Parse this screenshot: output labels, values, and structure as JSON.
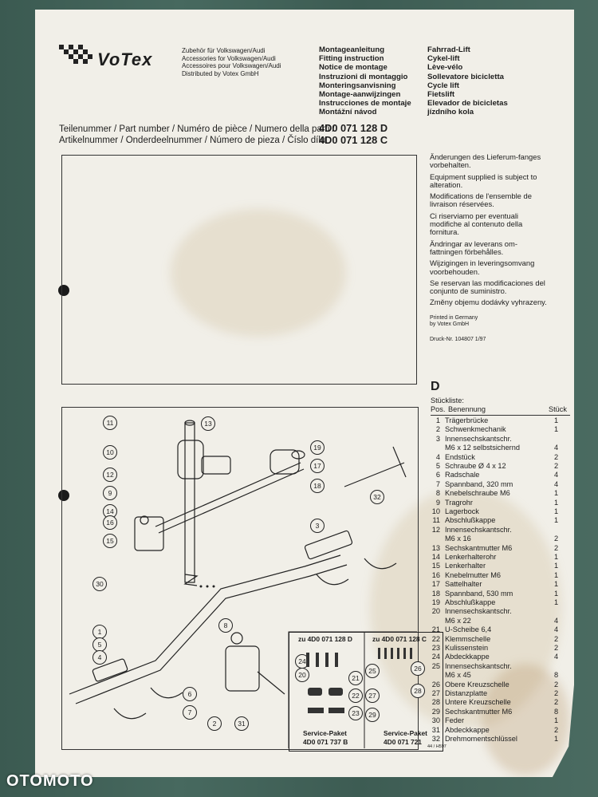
{
  "brand": {
    "logo_text": "VoTex",
    "lines": [
      "Zubehör für Volkswagen/Audi",
      "Accessories for Volkswagen/Audi",
      "Accessoires pour Volkswagen/Audi",
      "Distributed by Votex GmbH"
    ]
  },
  "instructions": [
    "Montageanleitung",
    "Fitting instruction",
    "Notice de montage",
    "Instruzioni di montaggio",
    "Monteringsanvisning",
    "Montage-aanwijzingen",
    "Instrucciones de montaje",
    "Montážní návod"
  ],
  "product": [
    "Fahrrad-Lift",
    "Cykel-lift",
    "Lève-vélo",
    "Sollevatore bicicletta",
    "Cycle lift",
    "Fietslift",
    "Elevador de bicicletas",
    "jízdního kola"
  ],
  "part_labels": [
    "Teilenummer / Part number / Numéro de pièce / Numero della parti /",
    "Artikelnummer / Onderdeelnummer / Número de pieza / Číslo dílu"
  ],
  "part_numbers": [
    "4D0 071 128 D",
    "4D0 071 128 C"
  ],
  "notes": [
    "Änderungen des Lieferum-fanges vorbehalten.",
    "Equipment supplied is subject to alteration.",
    "Modifications de l'ensemble de livraison réservées.",
    "Ci riserviamo per eventuali modifiche al contenuto della fornitura.",
    "Ändringar av leverans om-fattningen förbehålles.",
    "Wijzigingen in leveringsomvang voorbehouden.",
    "Se reservan las modificaciones del conjunto de suministro.",
    "Změny objemu dodávky vyhrazeny."
  ],
  "printed": [
    "Printed in Germany",
    "by Votex GmbH"
  ],
  "druck": "Druck-Nr. 104807 1/97",
  "parts_list": {
    "section": "D",
    "title": "Stückliste:",
    "col_pos": "Pos.",
    "col_name": "Benennung",
    "col_qty": "Stück",
    "rows": [
      {
        "n": "1",
        "d": "Trägerbrücke",
        "q": "1"
      },
      {
        "n": "2",
        "d": "Schwenkmechanik",
        "q": "1"
      },
      {
        "n": "3",
        "d": "Innensechskantschr.",
        "q": ""
      },
      {
        "n": "",
        "d": "M6 x 12 selbstsichernd",
        "q": "4"
      },
      {
        "n": "4",
        "d": "Endstück",
        "q": "2"
      },
      {
        "n": "5",
        "d": "Schraube Ø 4 x 12",
        "q": "2"
      },
      {
        "n": "6",
        "d": "Radschale",
        "q": "4"
      },
      {
        "n": "7",
        "d": "Spannband, 320 mm",
        "q": "4"
      },
      {
        "n": "8",
        "d": "Knebelschraube M6",
        "q": "1"
      },
      {
        "n": "9",
        "d": "Tragrohr",
        "q": "1"
      },
      {
        "n": "10",
        "d": "Lagerbock",
        "q": "1"
      },
      {
        "n": "11",
        "d": "Abschlußkappe",
        "q": "1"
      },
      {
        "n": "12",
        "d": "Innensechskantschr.",
        "q": ""
      },
      {
        "n": "",
        "d": "M6 x 16",
        "q": "2"
      },
      {
        "n": "13",
        "d": "Sechskantmutter M6",
        "q": "2"
      },
      {
        "n": "14",
        "d": "Lenkerhalterohr",
        "q": "1"
      },
      {
        "n": "15",
        "d": "Lenkerhalter",
        "q": "1"
      },
      {
        "n": "16",
        "d": "Knebelmutter M6",
        "q": "1"
      },
      {
        "n": "17",
        "d": "Sattelhalter",
        "q": "1"
      },
      {
        "n": "18",
        "d": "Spannband, 530 mm",
        "q": "1"
      },
      {
        "n": "19",
        "d": "Abschlußkappe",
        "q": "1"
      },
      {
        "n": "20",
        "d": "Innensechskantschr.",
        "q": ""
      },
      {
        "n": "",
        "d": "M6 x 22",
        "q": "4"
      },
      {
        "n": "21",
        "d": "U-Scheibe 6,4",
        "q": "4"
      },
      {
        "n": "22",
        "d": "Klemmschelle",
        "q": "2"
      },
      {
        "n": "23",
        "d": "Kulissenstein",
        "q": "2"
      },
      {
        "n": "24",
        "d": "Abdeckkappe",
        "q": "4"
      },
      {
        "n": "25",
        "d": "Innensechskantschr.",
        "q": ""
      },
      {
        "n": "",
        "d": "M6 x 45",
        "q": "8"
      },
      {
        "n": "26",
        "d": "Obere Kreuzschelle",
        "q": "2"
      },
      {
        "n": "27",
        "d": "Distanzplatte",
        "q": "2"
      },
      {
        "n": "28",
        "d": "Untere Kreuzschelle",
        "q": "2"
      },
      {
        "n": "29",
        "d": "Sechskantmutter M6",
        "q": "8"
      },
      {
        "n": "30",
        "d": "Feder",
        "q": "1"
      },
      {
        "n": "31",
        "d": "Abdeckkappe",
        "q": "2"
      },
      {
        "n": "32",
        "d": "Drehmomentschlüssel",
        "q": "1"
      }
    ]
  },
  "diagram": {
    "callouts": [
      "11",
      "13",
      "10",
      "19",
      "12",
      "17",
      "18",
      "9",
      "14",
      "16",
      "15",
      "3",
      "30",
      "8",
      "1",
      "5",
      "4",
      "6",
      "7",
      "2",
      "31",
      "32"
    ],
    "service_left": {
      "header": "zu 4D0 071 128 D",
      "title": "Service-Paket",
      "number": "4D0 071 737 B",
      "callouts": [
        "24",
        "20",
        "21",
        "22",
        "23"
      ]
    },
    "service_right": {
      "header": "zu 4D0 071 128 C",
      "title": "Service-Paket",
      "number": "4D0 071 721",
      "footnote": "44 / H597",
      "callouts": [
        "25",
        "26",
        "27",
        "28",
        "29"
      ]
    }
  },
  "watermark": "OTOMOTO"
}
